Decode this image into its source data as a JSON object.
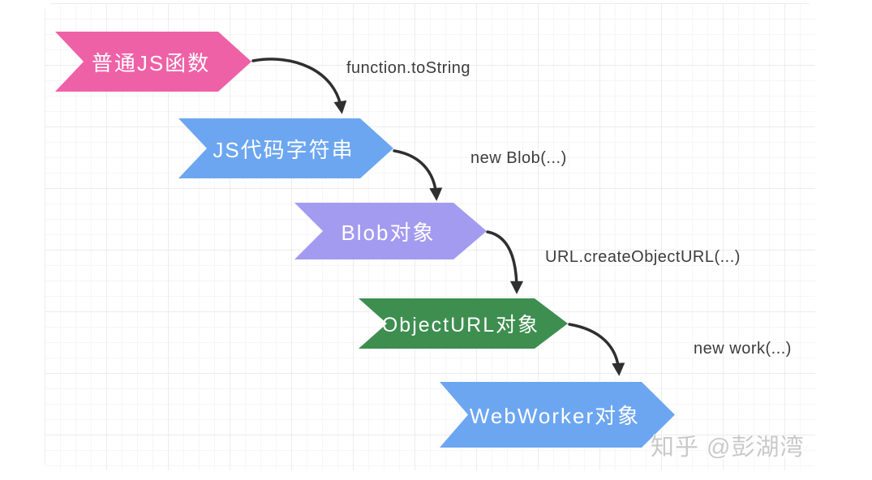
{
  "diagram": {
    "steps": [
      {
        "label": "普通JS函数",
        "color": "#ee61a6"
      },
      {
        "label": "JS代码字符串",
        "color": "#6ca6f0"
      },
      {
        "label": "Blob对象",
        "color": "#a39bf0"
      },
      {
        "label": "ObjectURL对象",
        "color": "#3e8e50"
      },
      {
        "label": "WebWorker对象",
        "color": "#6ca6f0"
      }
    ],
    "transitions": [
      {
        "label": "function.toString"
      },
      {
        "label": "new Blob(...)"
      },
      {
        "label": "URL.createObjectURL(...)"
      },
      {
        "label": "new work(...)"
      }
    ],
    "arrow_color": "#2f2f2f",
    "label_color": "#3c3c3c",
    "step_text_color": "#ffffff"
  },
  "watermark": {
    "text": "知乎 @彭湖湾"
  }
}
